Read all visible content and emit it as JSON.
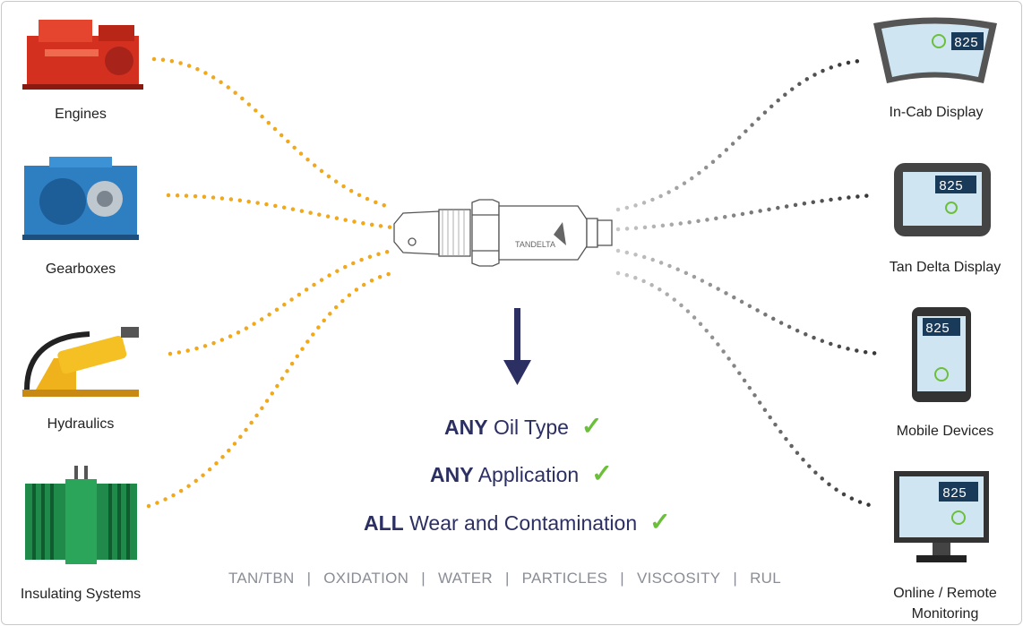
{
  "inputs": [
    {
      "label": "Engines",
      "icon": "engine-icon"
    },
    {
      "label": "Gearboxes",
      "icon": "gearbox-icon"
    },
    {
      "label": "Hydraulics",
      "icon": "hydraulic-cylinder-icon"
    },
    {
      "label": "Insulating Systems",
      "icon": "transformer-icon"
    }
  ],
  "outputs": [
    {
      "label": "In-Cab Display",
      "icon": "in-cab-display-icon"
    },
    {
      "label": "Tan Delta Display",
      "icon": "tan-delta-display-icon"
    },
    {
      "label": "Mobile Devices",
      "icon": "mobile-device-icon"
    },
    {
      "label": "Online / Remote Monitoring",
      "icon": "monitor-icon"
    }
  ],
  "display_value": "825",
  "sensor": {
    "brand": "TANDELTA"
  },
  "features": [
    {
      "strong": "ANY",
      "text": "Oil Type"
    },
    {
      "strong": "ANY",
      "text": "Application"
    },
    {
      "strong": "ALL",
      "text": "Wear and Contamination"
    }
  ],
  "check_glyph": "✓",
  "separator": "|",
  "parameters": [
    "TAN/TBN",
    "OXIDATION",
    "WATER",
    "PARTICLES",
    "VISCOSITY",
    "RUL"
  ],
  "colors": {
    "navy": "#2c2f62",
    "check": "#6cbf3a",
    "orange_dots": "#f0a81c",
    "gray_dots": "#444"
  }
}
